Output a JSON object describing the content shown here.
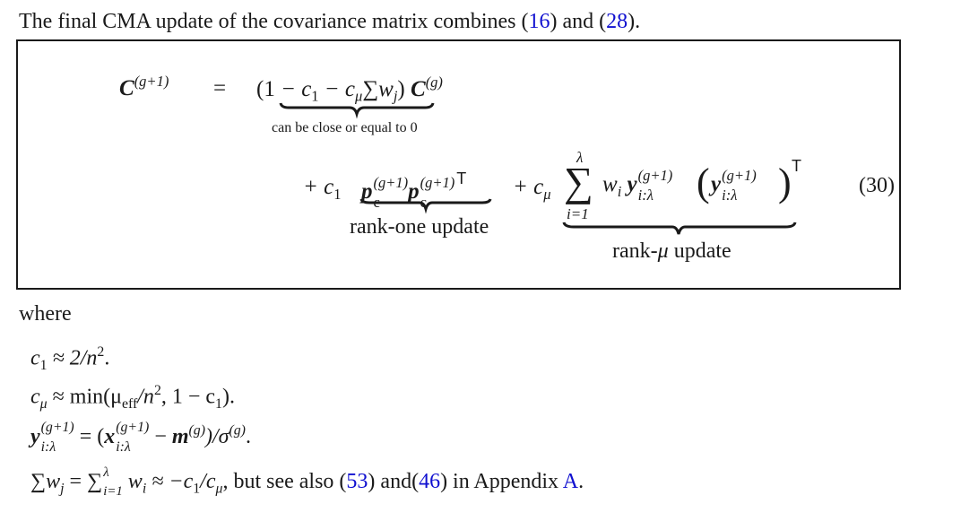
{
  "intro": {
    "text_before": "The final CMA update of the covariance matrix combines (",
    "ref1": "16",
    "text_mid": ") and (",
    "ref2": "28",
    "text_after": ")."
  },
  "equation": {
    "lhs_symbol": "C",
    "lhs_sup": "(g+1)",
    "equals": "=",
    "term1_open": "(1",
    "term1_body": " − c",
    "term1_c1_sub": "1",
    "term1_minus": " − c",
    "term1_cmu_sub": "μ",
    "term1_sum": "∑",
    "term1_w": "w",
    "term1_w_sub": "j",
    "term1_close": ")",
    "term1_C": "C",
    "term1_C_sup": "(g)",
    "brace1_label": "can be close or equal to 0",
    "plus1": "+ c",
    "plus1_sub": "1",
    "p_symbol": "p",
    "p_sub": "c",
    "p_sup": "(g+1)",
    "transpose": "T",
    "brace2_label": "rank-one update",
    "plus2": "+ c",
    "plus2_sub": "μ",
    "sum_symbol": "∑",
    "sum_upper": "λ",
    "sum_lower": "i=1",
    "w_symbol": "w",
    "w_sub": "i",
    "y_symbol": "y",
    "y_sub": "i:λ",
    "y_sup": "(g+1)",
    "brace3_label_prefix": "rank-",
    "brace3_label_mu": "μ",
    "brace3_label_suffix": " update",
    "number": "(30)"
  },
  "where": {
    "label": "where",
    "items": [
      {
        "lhs": "c",
        "lhs_sub": "1",
        "rel": " ≈ 2/n",
        "sup": "2",
        "tail": "."
      },
      {
        "lhs": "c",
        "lhs_sub": "μ",
        "rel": " ≈ min(μ",
        "mid_sub": "eff",
        "mid": "/n",
        "sup": "2",
        "tail": ", 1 − c",
        "tail_sub": "1",
        "end": ")."
      },
      {
        "y": "y",
        "y_sub": "i:λ",
        "y_sup": "(g+1)",
        "eq": " = (",
        "x": "x",
        "x_sub": "i:λ",
        "x_sup": "(g+1)",
        "minus": " − ",
        "m": "m",
        "m_sup": "(g)",
        "div": ")/σ",
        "sigma_sup": "(g)",
        "end": "."
      },
      {
        "sum": "∑",
        "w": "w",
        "w_sub": "j",
        "eq": " = ",
        "sum2": "∑",
        "sum2_sup": "λ",
        "sum2_sub": "i=1",
        "w2": " w",
        "w2_sub": "i",
        "approx": " ≈ −c",
        "c1_sub": "1",
        "slash": "/c",
        "cmu_sub": "μ",
        "text1": ", but see also (",
        "ref1": "53",
        "text2": ") and(",
        "ref2": "46",
        "text3": ") in Appendix ",
        "ref3": "A",
        "text4": "."
      }
    ]
  }
}
